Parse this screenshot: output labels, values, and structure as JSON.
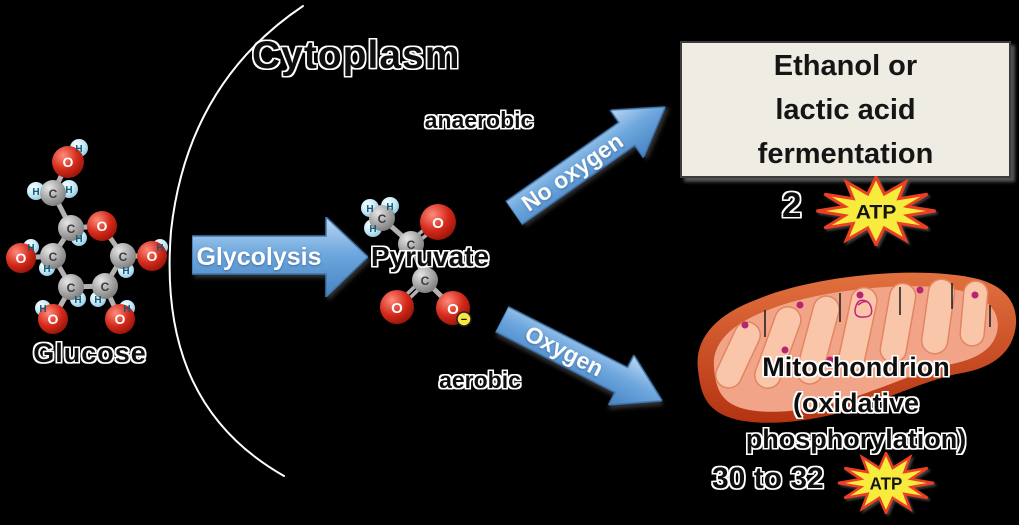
{
  "scene": {
    "title": "Cytoplasm",
    "region_labels": {
      "anaerobic": "anaerobic",
      "aerobic": "aerobic"
    },
    "molecules": {
      "glucose_label": "Glucose",
      "pyruvate_label": "Pyruvate"
    },
    "arrows": {
      "glycolysis": "Glycolysis",
      "no_oxygen": "No oxygen",
      "oxygen": "Oxygen"
    },
    "fermentation_box": {
      "lines": [
        "Ethanol or",
        "lactic acid",
        "fermentation"
      ]
    },
    "mitochondrion": {
      "lines": [
        "Mitochondrion",
        "(oxidative",
        "phosphorylation)"
      ]
    },
    "atp": {
      "anaerobic_yield": "2",
      "aerobic_yield": "30 to 32",
      "badge": "ATP"
    },
    "atoms": {
      "carbon": "C",
      "oxygen": "O",
      "hydrogen": "H",
      "negative_charge": "−"
    },
    "colors": {
      "background": "#000000",
      "arrow_blue": "#5b9bd5",
      "box_background": "#efece3",
      "star_fill": "#f7ec3e",
      "star_outline": "#ea3f23",
      "oxygen_atom_red": "#d42a1a",
      "carbon_atom_gray": "#a5a5a5",
      "hydrogen_atom_blue": "#c4e9f7",
      "mitochondrion_outer": "#c03c18",
      "mitochondrion_matrix": "#f2a489",
      "mitochondrion_cristae": "#f9c6aa",
      "dna_magenta": "#bb2777"
    }
  }
}
